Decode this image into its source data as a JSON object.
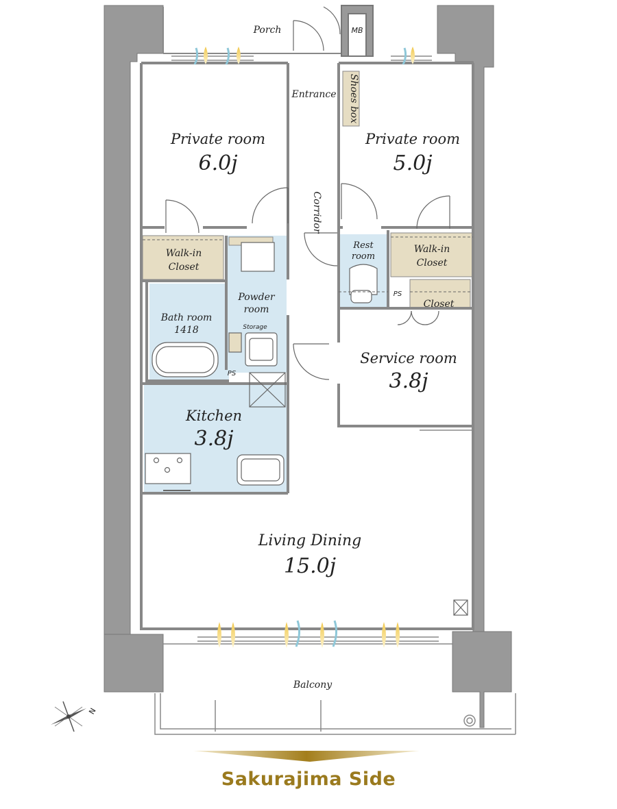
{
  "rooms": {
    "porch": "Porch",
    "mb": "MB",
    "entrance": "Entrance",
    "shoes_box": "Shoes box",
    "corridor": "Corridor",
    "private_room_left": {
      "name": "Private room",
      "size": "6.0j"
    },
    "private_room_right": {
      "name": "Private room",
      "size": "5.0j"
    },
    "walkin_left": [
      "Walk-in",
      "Closet"
    ],
    "walkin_right": [
      "Walk-in",
      "Closet"
    ],
    "powder_room": [
      "Powder",
      "room"
    ],
    "rest_room": [
      "Rest",
      "room"
    ],
    "ps1": "PS",
    "ps2": "PS",
    "closet": "Closet",
    "bath_room": {
      "name": "Bath room",
      "size": "1418"
    },
    "storage": "Storage",
    "service_room": {
      "name": "Service room",
      "size": "3.8j"
    },
    "kitchen": {
      "name": "Kitchen",
      "size": "3.8j"
    },
    "living_dining": {
      "name": "Living Dining",
      "size": "15.0j"
    },
    "balcony": "Balcony"
  },
  "compass": {
    "label": "N"
  },
  "footer": {
    "side_label": "Sakurajima Side"
  },
  "colors": {
    "wet_area": "#d6e8f2",
    "closet": "#e6ddc3",
    "wall": "#999999",
    "wall_dark": "#888888",
    "gold": "#9a7a1e"
  }
}
